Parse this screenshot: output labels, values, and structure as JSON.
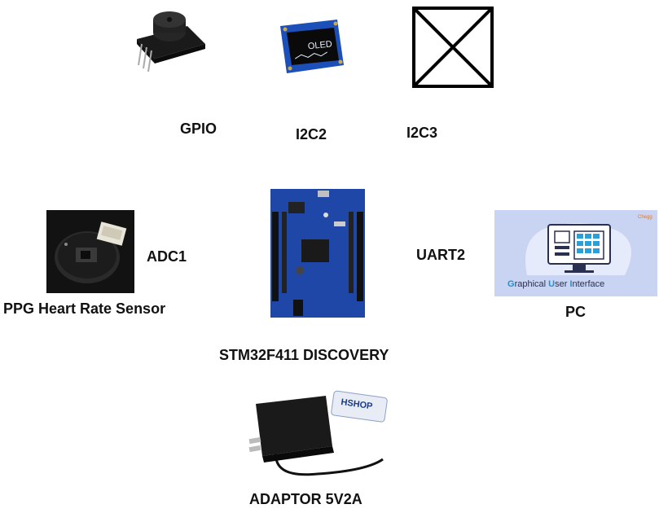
{
  "labels": {
    "gpio": "GPIO",
    "i2c2": "I2C2",
    "i2c3": "I2C3",
    "adc1": "ADC1",
    "uart2": "UART2",
    "ppg": "PPG Heart Rate Sensor",
    "board": "STM32F411 DISCOVERY",
    "pc": "PC",
    "adaptor": "ADAPTOR 5V2A"
  },
  "images": {
    "oled_text": "OLED",
    "gui_title_parts": [
      "G",
      "raphical ",
      "U",
      "ser ",
      "I",
      "nterface"
    ],
    "chegg_logo": "Chegg",
    "hshop_logo": "HSHOP"
  },
  "icons": [
    "buzzer-module-icon",
    "oled-display-icon",
    "missing-image-icon",
    "ppg-sensor-icon",
    "stm32-board-icon",
    "pc-gui-icon",
    "power-adapter-icon"
  ]
}
